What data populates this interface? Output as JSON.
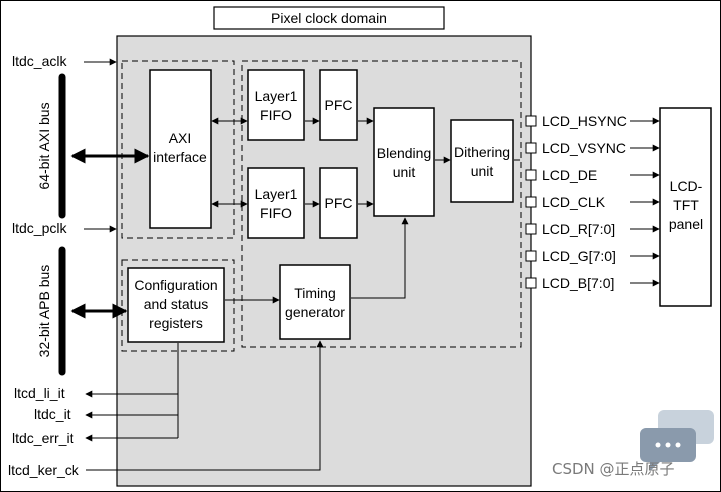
{
  "domain_title": "Pixel clock domain",
  "inputs": {
    "ltdc_aclk": "ltdc_aclk",
    "ltdc_pclk": "ltdc_pclk",
    "ltcd_ker_ck": "ltcd_ker_ck"
  },
  "buses": {
    "axi": "64-bit AXI bus",
    "apb": "32-bit APB bus"
  },
  "blocks": {
    "axi_line1": "AXI",
    "axi_line2": "interface",
    "layer1_fifo_a_line1": "Layer1",
    "layer1_fifo_a_line2": "FIFO",
    "layer1_fifo_b_line1": "Layer1",
    "layer1_fifo_b_line2": "FIFO",
    "pfc_a": "PFC",
    "pfc_b": "PFC",
    "blending_line1": "Blending",
    "blending_line2": "unit",
    "dithering_line1": "Dithering",
    "dithering_line2": "unit",
    "config_line1": "Configuration",
    "config_line2": "and status",
    "config_line3": "registers",
    "timing_line1": "Timing",
    "timing_line2": "generator"
  },
  "interrupts": [
    "ltcd_li_it",
    "ltdc_it",
    "ltdc_err_it"
  ],
  "lcd_signals": [
    "LCD_HSYNC",
    "LCD_VSYNC",
    "LCD_DE",
    "LCD_CLK",
    "LCD_R[7:0]",
    "LCD_G[7:0]",
    "LCD_B[7:0]"
  ],
  "panel": {
    "line1": "LCD-",
    "line2": "TFT",
    "line3": "panel"
  },
  "watermark": "CSDN @正点原子",
  "colors": {
    "domain_fill": "#dcdcdc",
    "block_fill": "#ffffff",
    "stroke": "#000000",
    "watermark": "#7a7a7a"
  }
}
